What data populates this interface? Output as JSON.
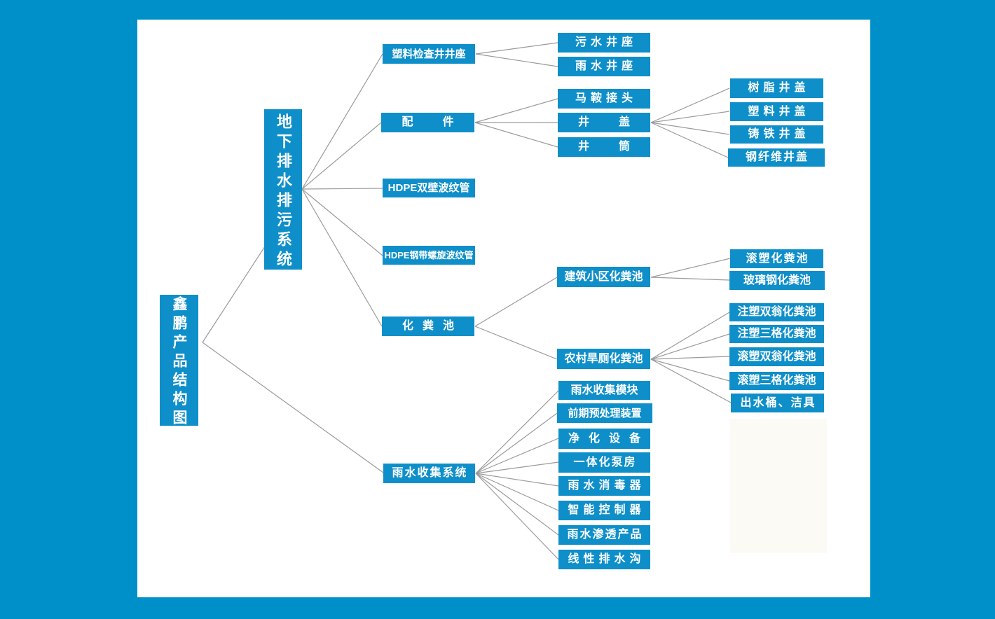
{
  "diagram": {
    "title": "鑫鹏产品结构图",
    "colors": {
      "background": "#0090c9",
      "panel": "#ffffff",
      "node_fill": "#0e8fc9",
      "node_text": "#ffffff",
      "line": "#9a9a9a"
    },
    "nodes": {
      "root": {
        "label": "鑫鹏产品结构图"
      },
      "underground": {
        "label": "地下排水排污系统"
      },
      "inspection_seat": {
        "label": "塑料检查井井座"
      },
      "fittings": {
        "label": "配件"
      },
      "hdpe_double_wall": {
        "label": "HDPE双壁波纹管"
      },
      "hdpe_steel_spiral": {
        "label": "HDPE钢带螺旋波纹管"
      },
      "septic": {
        "label": "化粪池"
      },
      "rain_system": {
        "label": "雨水收集系统"
      },
      "sewage_seat": {
        "label": "污水井座"
      },
      "rain_seat": {
        "label": "雨水井座"
      },
      "saddle_joint": {
        "label": "马鞍接头"
      },
      "well_cover": {
        "label": "井盖"
      },
      "well_shaft": {
        "label": "井筒"
      },
      "resin_cover": {
        "label": "树脂井盖"
      },
      "plastic_cover": {
        "label": "塑料井盖"
      },
      "cast_iron_cover": {
        "label": "铸铁井盖"
      },
      "steel_fiber_cover": {
        "label": "钢纤维井盖"
      },
      "building_septic": {
        "label": "建筑小区化粪池"
      },
      "rural_septic": {
        "label": "农村旱厕化粪池"
      },
      "roto_septic": {
        "label": "滚塑化粪池"
      },
      "frp_septic": {
        "label": "玻璃钢化粪池"
      },
      "inj_double_septic": {
        "label": "注塑双翁化粪池"
      },
      "inj_three_septic": {
        "label": "注塑三格化粪池"
      },
      "roto_double_septic": {
        "label": "滚塑双翁化粪池"
      },
      "roto_three_septic": {
        "label": "滚塑三格化粪池"
      },
      "outlet_bucket": {
        "label": "出水桶、洁具"
      },
      "rain_module": {
        "label": "雨水收集模块"
      },
      "pretreatment": {
        "label": "前期预处理装置"
      },
      "purification": {
        "label": "净化设备"
      },
      "pump_station": {
        "label": "一体化泵房"
      },
      "disinfector": {
        "label": "雨水消毒器"
      },
      "smart_controller": {
        "label": "智能控制器"
      },
      "permeation": {
        "label": "雨水渗透产品"
      },
      "linear_drain": {
        "label": "线性排水沟"
      }
    }
  }
}
